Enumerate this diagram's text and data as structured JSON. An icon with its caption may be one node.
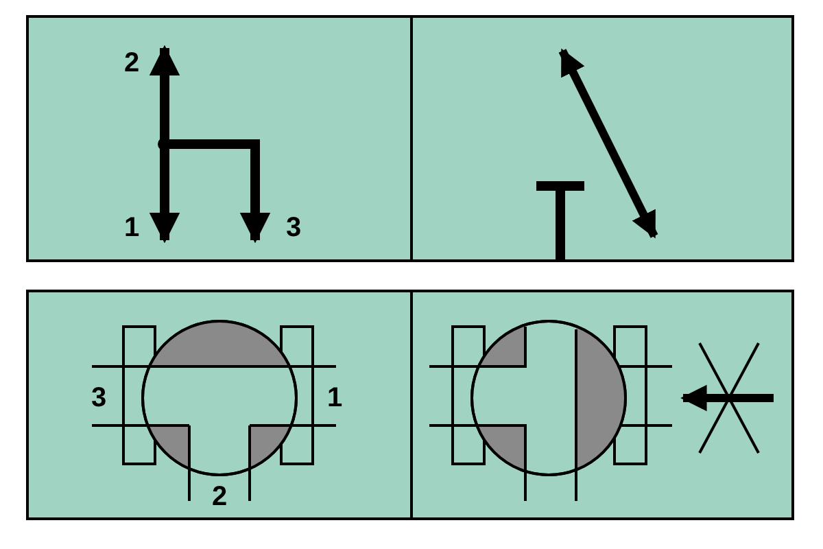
{
  "diagram": {
    "labels": [
      "2",
      "1",
      "3",
      "3",
      "1",
      "2"
    ]
  }
}
